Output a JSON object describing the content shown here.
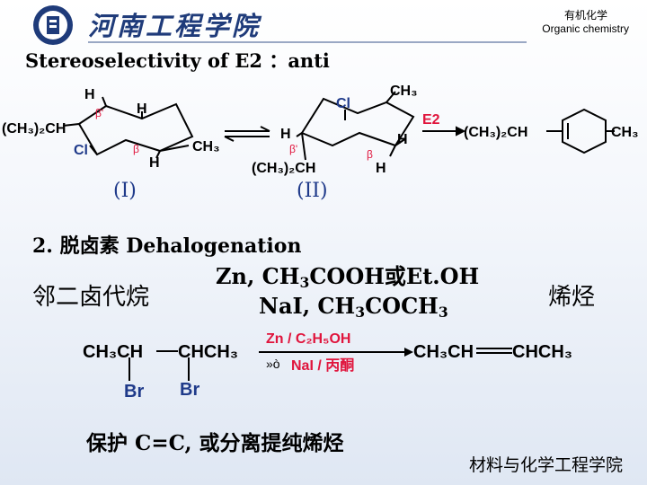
{
  "header": {
    "school_name": "河南工程学院",
    "course_cn": "有机化学",
    "course_en": "Organic chemistry"
  },
  "title": "Stereoselectivity of E2 ：anti",
  "scheme1": {
    "label_I": "(I)",
    "label_II": "(II)",
    "arrow_label": "E2",
    "product": "(CH₃)₂CH—⟨ ⟩—CH₃",
    "atoms": {
      "H": "H",
      "Cl": "Cl",
      "CH3": "CH₃",
      "iPr": "(CH₃)₂CH",
      "iPr_low": "(CH₃)₂CH",
      "beta": "β",
      "beta_prime": "β'"
    }
  },
  "section": {
    "heading": "2. 脱卤素 Dehalogenation",
    "reagent_line1": "Zn, CH3COOH或Et.OH",
    "reagent_line2": "NaI, CH3COCH3",
    "left_label": "邻二卤代烷",
    "right_label": "烯烃"
  },
  "scheme2": {
    "reactant_left": "CH₃CH",
    "reactant_right": "CHCH₃",
    "br1": "Br",
    "br2": "Br",
    "cond_top": "Zn / C₂H₅OH",
    "cond_bottom_prefix": "»ò",
    "cond_bottom": "NaI / 丙酮",
    "product_left": "CH₃CH",
    "product_right": "CHCH₃"
  },
  "note": "保护 C=C, 或分离提纯烯烃",
  "footer": "材料与化学工程学院",
  "colors": {
    "accent_red": "#e0143c",
    "text_blue": "#1f3a8a",
    "dark": "#000000"
  }
}
